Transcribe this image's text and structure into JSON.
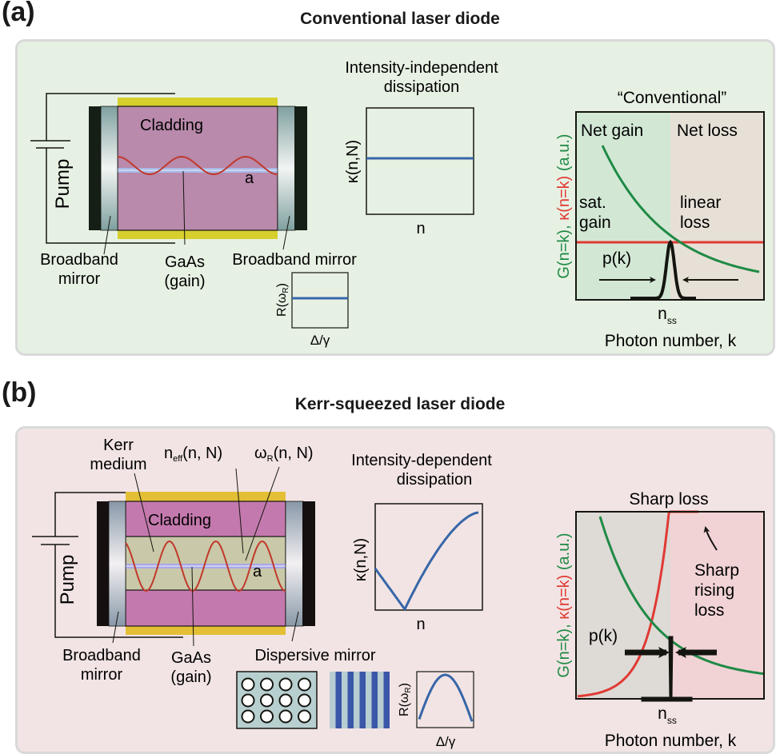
{
  "panel_a": {
    "label": "(a)",
    "title": "Conventional laser diode",
    "background": "#e7f1e3",
    "device": {
      "pump": "Pump",
      "cladding": "Cladding",
      "mode": "a",
      "left_mirror": [
        "Broadband",
        "mirror"
      ],
      "gain": [
        "GaAs",
        "(gain)"
      ],
      "right_mirror": "Broadband mirror"
    },
    "dissipation": {
      "title": [
        "Intensity-independent",
        "dissipation"
      ],
      "ylabel": "κ(n,N)",
      "xlabel": "n",
      "shape": "constant"
    },
    "reflectivity": {
      "ylabel": "R(ω",
      "ylabel_sub": "R",
      "ylabel_close": ")",
      "xlabel": "Δ/γ",
      "shape": "constant"
    },
    "chart": {
      "title": "“Conventional”",
      "ylabel_g": "G(n=k), ",
      "ylabel_k": "κ(n=k)",
      "ylabel_au": " (a.u.)",
      "xlabel": "Photon number, k",
      "xtick": "n",
      "xtick_sub": "ss",
      "region_left": "Net gain",
      "region_right": "Net loss",
      "annot_left": [
        "sat.",
        "gain"
      ],
      "annot_right": [
        "linear",
        "loss"
      ],
      "dist_label": "p(k)"
    }
  },
  "panel_b": {
    "label": "(b)",
    "title": "Kerr-squeezed laser diode",
    "background": "#f2e4e4",
    "device": {
      "pump": "Pump",
      "cladding": "Cladding",
      "mode": "a",
      "kerr": [
        "Kerr",
        "medium"
      ],
      "neff": "n",
      "neff_sub": "eff",
      "neff_args": "(n, N)",
      "omega": "ω",
      "omega_sub": "R",
      "omega_args": "(n, N)",
      "left_mirror": [
        "Broadband",
        "mirror"
      ],
      "gain": [
        "GaAs",
        "(gain)"
      ],
      "right_mirror": "Dispersive mirror"
    },
    "dissipation": {
      "title": [
        "Intensity-dependent",
        "dissipation"
      ],
      "ylabel": "κ(n,N)",
      "xlabel": "n",
      "shape": "v-shaped"
    },
    "reflectivity": {
      "ylabel": "R(ω",
      "ylabel_sub": "R",
      "ylabel_close": ")",
      "xlabel": "Δ/γ",
      "shape": "peaked"
    },
    "chart": {
      "title": "Sharp loss",
      "ylabel_g": "G(n=k), ",
      "ylabel_k": "κ(n=k)",
      "ylabel_au": " (a.u.)",
      "xlabel": "Photon number, k",
      "xtick": "n",
      "xtick_sub": "ss",
      "annot_right": [
        "Sharp",
        "rising",
        "loss"
      ],
      "dist_label": "p(k)"
    }
  },
  "colors": {
    "gain_curve": "#1f8a45",
    "loss_curve": "#e03a34",
    "dissipation_curve": "#3766a8",
    "distribution": "#151510",
    "cladding_a": "#b98aab",
    "cladding_b": "#c479ae",
    "kerr_medium": "#c9c8a8",
    "contact": "#d6cf2e",
    "contact_b": "#e3bf36",
    "mode": "#c0392b"
  }
}
